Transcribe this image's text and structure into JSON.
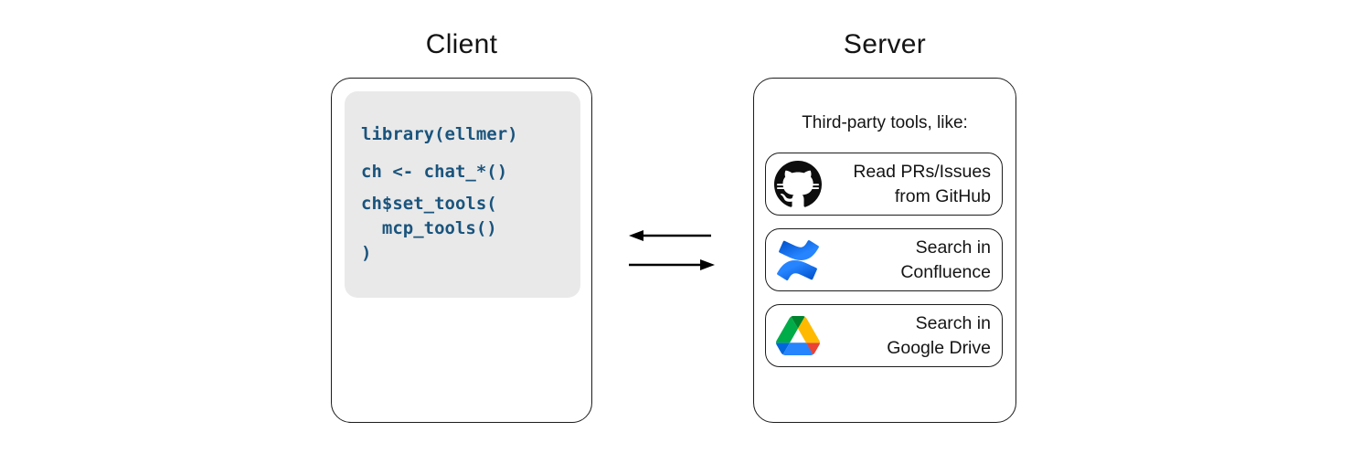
{
  "client": {
    "title": "Client",
    "code": [
      "library(ellmer)",
      "ch <- chat_*()",
      "ch$set_tools(\n  mcp_tools()\n)"
    ]
  },
  "server": {
    "title": "Server",
    "subtitle": "Third-party tools, like:",
    "tools": [
      {
        "icon": "github-icon",
        "label": "Read PRs/Issues\nfrom GitHub"
      },
      {
        "icon": "confluence-icon",
        "label": "Search in\nConfluence"
      },
      {
        "icon": "google-drive-icon",
        "label": "Search in\nGoogle Drive"
      }
    ]
  },
  "arrows": [
    {
      "icon": "arrow-left-icon",
      "direction": "server-to-client"
    },
    {
      "icon": "arrow-right-icon",
      "direction": "client-to-server"
    }
  ],
  "colors": {
    "code_text": "#1a547d",
    "code_background": "#e9e9e9",
    "box_border": "#1c1c1c",
    "github_black": "#0d0d0d",
    "confluence_blue": "#2684FF",
    "confluence_dark_blue": "#0052CC",
    "drive_blue_dark": "#0066DA",
    "drive_green": "#00AC47",
    "drive_dark_green": "#00832D",
    "drive_blue": "#2684FC",
    "drive_yellow": "#FFBA00",
    "drive_red": "#EA4335"
  }
}
